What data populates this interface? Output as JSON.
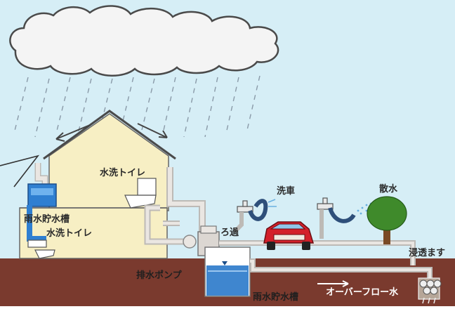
{
  "labels": {
    "toilet_upper": "水洗トイレ",
    "rain_tank_house": "雨水貯水槽",
    "toilet_lower": "水洗トイレ",
    "filtration": "ろ過",
    "car_wash": "洗車",
    "sprinkling": "散水",
    "infiltration_basin": "浸透ます",
    "drain_pump": "排水ポンプ",
    "rain_tank_ground": "雨水貯水槽",
    "overflow_water": "オーバーフロー水"
  },
  "colors": {
    "sky": "#d6eef6",
    "ground": "#7a3a2e",
    "house_wall": "#f7efc4",
    "pipe_blue": "#2f7fd1",
    "pipe_light": "#eae6e2",
    "car": "#d3202a",
    "tree": "#3f8a2b"
  }
}
